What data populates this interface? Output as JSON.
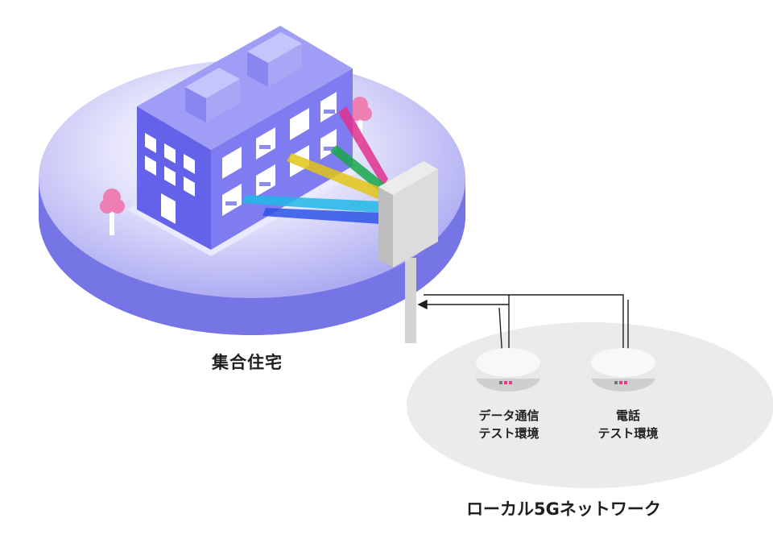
{
  "apartment": {
    "label": "集合住宅"
  },
  "network": {
    "label": "ローカル5Gネットワーク"
  },
  "nodes": [
    {
      "line1": "データ通信",
      "line2": "テスト環境"
    },
    {
      "line1": "電話",
      "line2": "テスト環境"
    }
  ],
  "colors": {
    "disc_top": "#c9c8f6",
    "disc_side": "#7675e6",
    "building": "#6462e8",
    "network_area": "#ebebeb",
    "beams": [
      "#e0318d",
      "#17a84a",
      "#e2c515",
      "#21b9e6",
      "#2b54e6"
    ]
  }
}
